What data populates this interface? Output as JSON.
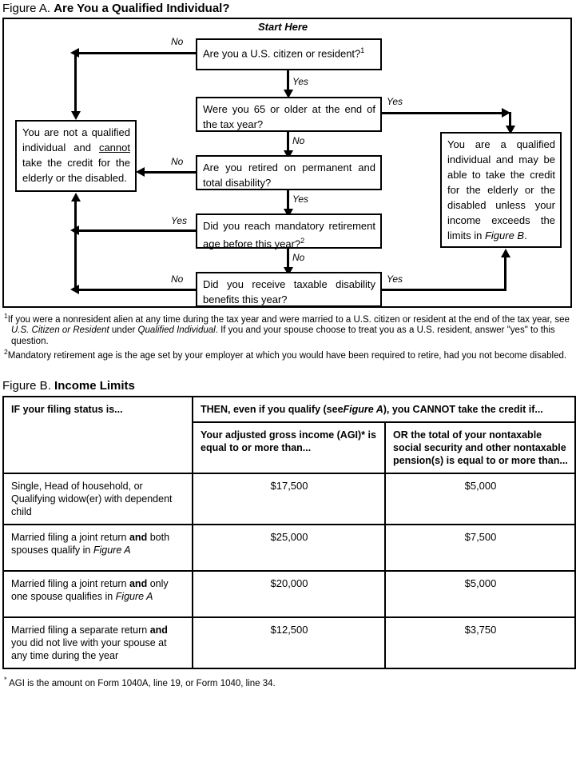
{
  "figure_a": {
    "label": "Figure A.",
    "title": "Are You a Qualified Individual?",
    "start_here": "Start Here",
    "boxes": {
      "q1": "Are you a U.S. citizen or resident?",
      "q1_footnote_marker": "1",
      "q2": "Were you 65 or older at the end of the tax year?",
      "q3": "Are you retired on permanent and total disability?",
      "q4": "Did you reach mandatory retirement age before this year?",
      "q4_footnote_marker": "2",
      "q5": "Did you receive taxable disability benefits this year?",
      "not_qualified_1": "You are not a qualified individual and ",
      "not_qualified_cannot": "cannot",
      "not_qualified_2": " take the credit for the elderly or the disabled.",
      "qualified_1": "You are a qualified individual and may be able to take the credit for the elderly or the disabled unless your income exceeds the limits in ",
      "qualified_figure_ref": "Figure B",
      "qualified_2": "."
    },
    "edges": {
      "q1_no": "No",
      "q1_yes": "Yes",
      "q2_yes": "Yes",
      "q2_no": "No",
      "q3_no": "No",
      "q3_yes": "Yes",
      "q4_yes": "Yes",
      "q4_no": "No",
      "q5_no": "No",
      "q5_yes": "Yes"
    },
    "footnotes": [
      {
        "marker": "1",
        "segments": [
          {
            "text": "If you were a nonresident alien at any time during the tax year and were married to a U.S. citizen or resident at the end of the tax year, see ",
            "style": "normal"
          },
          {
            "text": "U.S. Citizen or Resident",
            "style": "italic"
          },
          {
            "text": " under ",
            "style": "normal"
          },
          {
            "text": "Qualified Individual",
            "style": "italic"
          },
          {
            "text": ". If you and your spouse choose to treat you as a U.S. resident, answer \"yes\" to this question.",
            "style": "normal"
          }
        ]
      },
      {
        "marker": "2",
        "segments": [
          {
            "text": "Mandatory retirement age is the age set by your employer at which you would have been required to retire, had you not become disabled.",
            "style": "normal"
          }
        ]
      }
    ]
  },
  "figure_b": {
    "label": "Figure B.",
    "title": "Income Limits",
    "table": {
      "span_header": {
        "pre": "THEN, even if you qualify (see",
        "figure_ref": "Figure A",
        "post": "), you CANNOT take the credit if..."
      },
      "col_headers": [
        "IF your filing status is...",
        "Your adjusted gross income (AGI)* is equal to or more than...",
        "OR the total of your nontaxable social security and other nontaxable pension(s) is equal to or more than..."
      ],
      "rows": [
        {
          "status_parts": [
            {
              "text": "Single, Head of household, or Qualifying widow(er) with dependent child",
              "style": "normal"
            }
          ],
          "agi": "$17,500",
          "nontaxable": "$5,000"
        },
        {
          "status_parts": [
            {
              "text": "Married filing a joint return ",
              "style": "normal"
            },
            {
              "text": "and",
              "style": "bold"
            },
            {
              "text": " both spouses qualify in ",
              "style": "normal"
            },
            {
              "text": "Figure A",
              "style": "italic"
            }
          ],
          "agi": "$25,000",
          "nontaxable": "$7,500"
        },
        {
          "status_parts": [
            {
              "text": "Married filing a joint return ",
              "style": "normal"
            },
            {
              "text": "and",
              "style": "bold"
            },
            {
              "text": " only one spouse qualifies in ",
              "style": "normal"
            },
            {
              "text": "Figure A",
              "style": "italic"
            }
          ],
          "agi": "$20,000",
          "nontaxable": "$5,000"
        },
        {
          "status_parts": [
            {
              "text": "Married filing a separate return ",
              "style": "normal"
            },
            {
              "text": "and",
              "style": "bold"
            },
            {
              "text": " you did not live with your spouse at any time during the year",
              "style": "normal"
            }
          ],
          "agi": "$12,500",
          "nontaxable": "$3,750"
        }
      ],
      "footnote": {
        "marker": "*",
        "text": " AGI is the amount on Form 1040A, line 19, or Form 1040, line 34."
      }
    }
  }
}
